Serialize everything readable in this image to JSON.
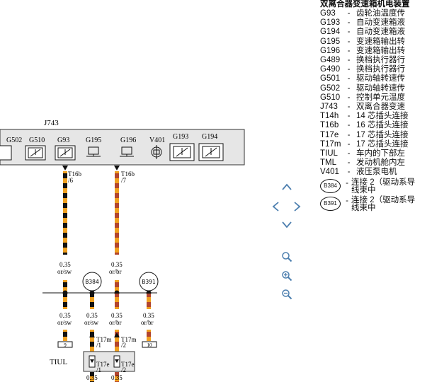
{
  "diagram": {
    "module": "J743",
    "components": [
      "G502",
      "G510",
      "G93",
      "G195",
      "G196",
      "V401",
      "G193",
      "G194"
    ],
    "connectors": {
      "t16b_6": "T16b",
      "t16b_6_pin": "/6",
      "t16b_7": "T16b",
      "t16b_7_pin": "/7",
      "t17m_1": "T17m",
      "t17m_1_pin": "/1",
      "t17m_2": "T17m",
      "t17m_2_pin": "/2",
      "t17e_1": "T17e",
      "t17e_1_pin": "/1",
      "t17e_2": "T17e",
      "t17e_2_pin": "/2"
    },
    "wires": {
      "w1_upper_size": "0.35",
      "w1_upper_color": "or/sw",
      "w2_upper_size": "0.35",
      "w2_upper_color": "or/br",
      "w1_lower_size": "0.35",
      "w1_lower_color": "or/sw",
      "w1b_lower_size": "0.35",
      "w1b_lower_color": "or/sw",
      "w2_lower_size": "0.35",
      "w2_lower_color": "or/br",
      "w2b_lower_size": "0.35",
      "w2b_lower_color": "or/br",
      "bottom1_size": "0.35",
      "bottom2_size": "0.35"
    },
    "splices": [
      "B384",
      "B391"
    ],
    "refs": {
      "left_ref": "9",
      "right_ref": "10"
    },
    "tiul": "TIUL"
  },
  "legend": {
    "title": "双离合器变速箱机电装置",
    "items": [
      {
        "code": "G93",
        "desc": "齿轮油温度传"
      },
      {
        "code": "G193",
        "desc": "自动变速箱液"
      },
      {
        "code": "G194",
        "desc": "自动变速箱液"
      },
      {
        "code": "G195",
        "desc": "变速箱输出转"
      },
      {
        "code": "G196",
        "desc": "变速箱输出转"
      },
      {
        "code": "G489",
        "desc": "换档执行器行"
      },
      {
        "code": "G490",
        "desc": "换档执行器行"
      },
      {
        "code": "G501",
        "desc": "驱动轴转速传"
      },
      {
        "code": "G502",
        "desc": "驱动轴转速传"
      },
      {
        "code": "G510",
        "desc": "控制单元温度"
      },
      {
        "code": "J743",
        "desc": "双离合器变速"
      },
      {
        "code": "T14h",
        "desc": "14 芯插头连接"
      },
      {
        "code": "T16b",
        "desc": "16 芯插头连接"
      },
      {
        "code": "T17e",
        "desc": "17 芯插头连接"
      },
      {
        "code": "T17m",
        "desc": "17 芯插头连接"
      },
      {
        "code": "TIUL",
        "desc": "车内的下部左"
      },
      {
        "code": "TML",
        "desc": "发动机舱内左"
      },
      {
        "code": "V401",
        "desc": "液压泵电机"
      }
    ],
    "circles": [
      {
        "code": "B384",
        "desc": "连接 2（驱动系导线束中"
      },
      {
        "code": "B391",
        "desc": "连接 2（驱动系导线束中"
      }
    ],
    "dash": "-"
  },
  "colors": {
    "orange": "#f0a020",
    "black": "#111111",
    "brown": "#b2452f",
    "module_fill": "#e6e6e6"
  },
  "icons": [
    "chevron-up-icon",
    "chevron-left-icon",
    "chevron-right-icon",
    "chevron-down-icon",
    "zoom-fit-icon",
    "zoom-in-icon",
    "zoom-out-icon"
  ]
}
